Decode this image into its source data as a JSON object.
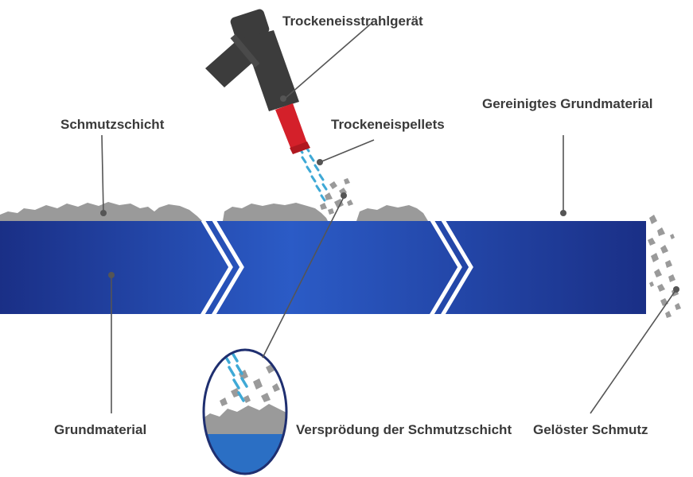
{
  "labels": {
    "device": "Trockeneisstrahlgerät",
    "dirt_layer": "Schmutzschicht",
    "pellets": "Trockeneispellets",
    "cleaned": "Gereinigtes Grundmaterial",
    "base": "Grundmaterial",
    "embrittlement": "Versprödung der Schmutzschicht",
    "loosened": "Gelöster Schmutz"
  },
  "colors": {
    "base_dark": "#1a2f86",
    "base_mid": "#2b5bc6",
    "dirt": "#9a9a9a",
    "pellet": "#3fa9d6",
    "nozzle": "#d4202a",
    "device": "#3c3c3c",
    "leader": "#555555",
    "text": "#3a3a3a"
  }
}
